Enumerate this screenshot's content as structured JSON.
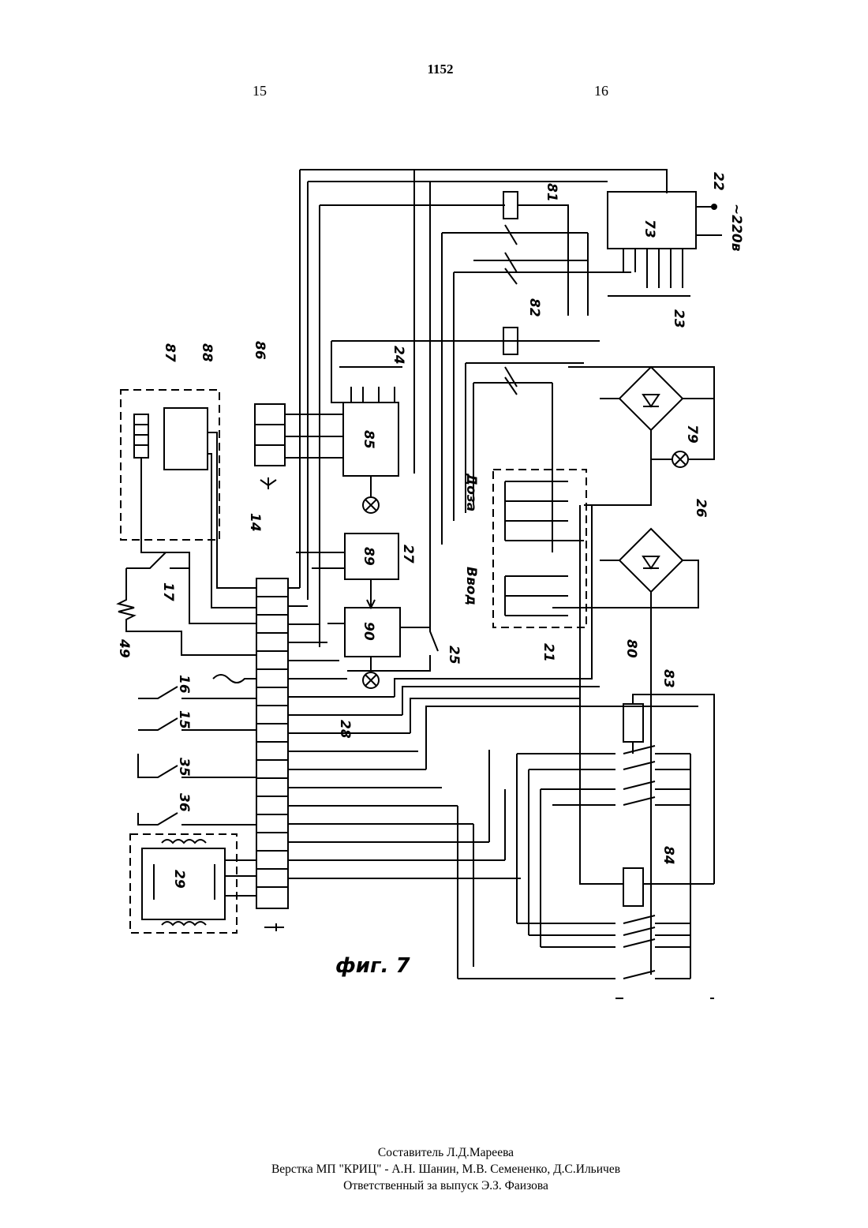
{
  "header": {
    "page_number": "1152",
    "column_left": "15",
    "column_right": "16"
  },
  "figure": {
    "caption": "фиг. 7",
    "labels": {
      "l14": "14",
      "l15": "15",
      "l16": "16",
      "l17": "17",
      "l21": "21",
      "l22": "22",
      "l23": "23",
      "l24": "24",
      "l25": "25",
      "l26": "26",
      "l27": "27",
      "l28": "28",
      "l29": "29",
      "l35": "35",
      "l36": "36",
      "l49": "49",
      "l73": "73",
      "l79": "79",
      "l80": "80",
      "l81": "81",
      "l82": "82",
      "l83": "83",
      "l84": "84",
      "l85": "85",
      "l86": "86",
      "l87": "87",
      "l88": "88",
      "l89": "89",
      "l90": "90",
      "v220": "~220в",
      "doza": "Доза",
      "vvod": "Ввод"
    }
  },
  "credits": {
    "line1": "Составитель   Л.Д.Мареева",
    "line2": "Верстка МП \"КРИЦ\" -   А.Н. Шанин, М.В. Семененко,   Д.С.Ильичев",
    "line3": "Ответственный  за  выпуск  Э.З. Фаизова"
  }
}
